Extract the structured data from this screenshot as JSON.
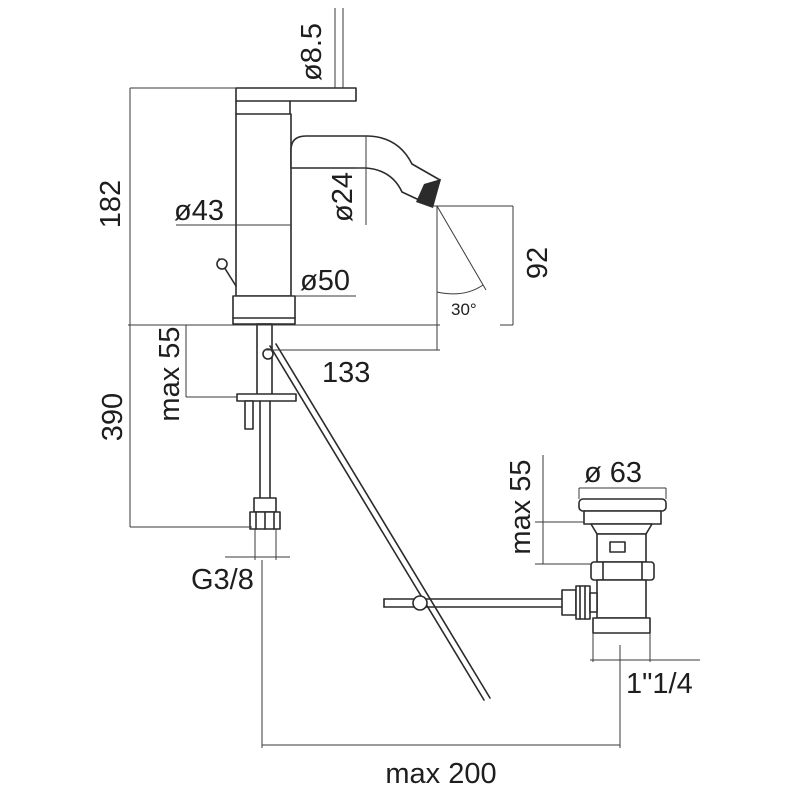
{
  "dimensions": {
    "d85": "ø8.5",
    "h182": "182",
    "d24": "ø24",
    "d43": "ø43",
    "h92": "92",
    "d50": "ø50",
    "angle30": "30°",
    "max55_top": "max 55",
    "w133": "133",
    "h390": "390",
    "d63": "ø 63",
    "max55_waste": "max 55",
    "g38": "G3/8",
    "w114": "1\"1/4",
    "max200": "max 200"
  }
}
